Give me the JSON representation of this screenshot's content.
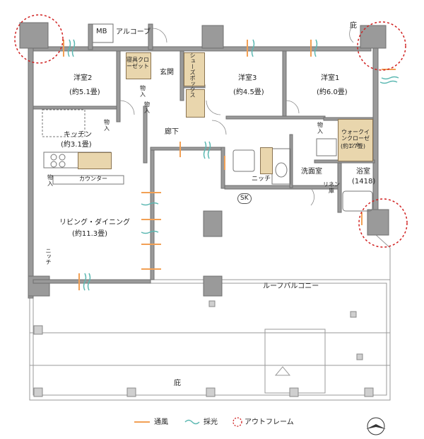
{
  "labels": {
    "mb": "MB",
    "alcove": "アルコーブ",
    "eaves_top": "庇",
    "entrance": "玄関",
    "shoebox": "シューズボックス",
    "bed_closet": "寝具クローゼット",
    "room2": "洋室2",
    "room2_size": "(約5.1畳)",
    "room3": "洋室3",
    "room3_size": "(約4.5畳)",
    "room1": "洋室1",
    "room1_size": "(約6.0畳)",
    "storage": "物入",
    "kitchen": "キッチン",
    "kitchen_size": "(約3.1畳)",
    "hall": "廊下",
    "wic": "ウォークインクローゼット",
    "wic_size": "(約1.7畳)",
    "niche": "ニッチ",
    "washroom": "洗面室",
    "bath": "浴室",
    "bath_size": "(1418)",
    "linen": "リネン庫",
    "counter": "カウンター",
    "sk": "SK",
    "living": "リビング・ダイニング",
    "living_size": "(約11.3畳)",
    "roof_balcony": "ルーフバルコニー",
    "eaves_bottom": "庇"
  },
  "legend": {
    "ventilation": "通風",
    "daylight": "採光",
    "outframe": "アウトフレーム"
  },
  "colors": {
    "wall": "#8a8a8a",
    "ventilation": "#f2a055",
    "daylight": "#5cb8b2",
    "outframe": "#d02020",
    "closet": "#e9d6ad"
  }
}
